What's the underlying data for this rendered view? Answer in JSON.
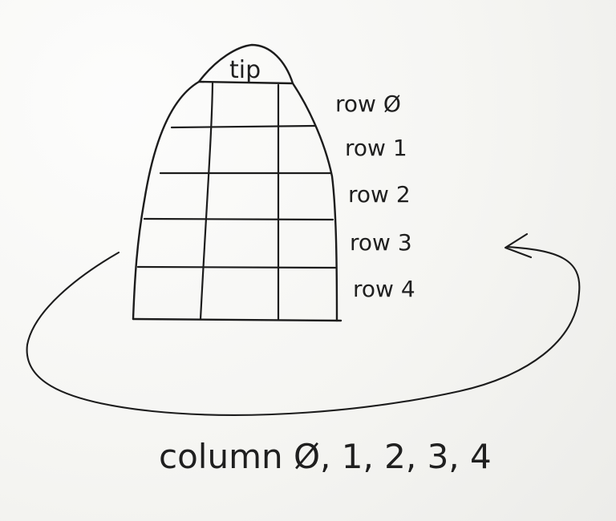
{
  "sketch": {
    "tip_label": "tip",
    "row_labels": [
      "row Ø",
      "row 1",
      "row 2",
      "row 3",
      "row 4"
    ],
    "column_label": "column Ø, 1, 2, 3, 4"
  }
}
